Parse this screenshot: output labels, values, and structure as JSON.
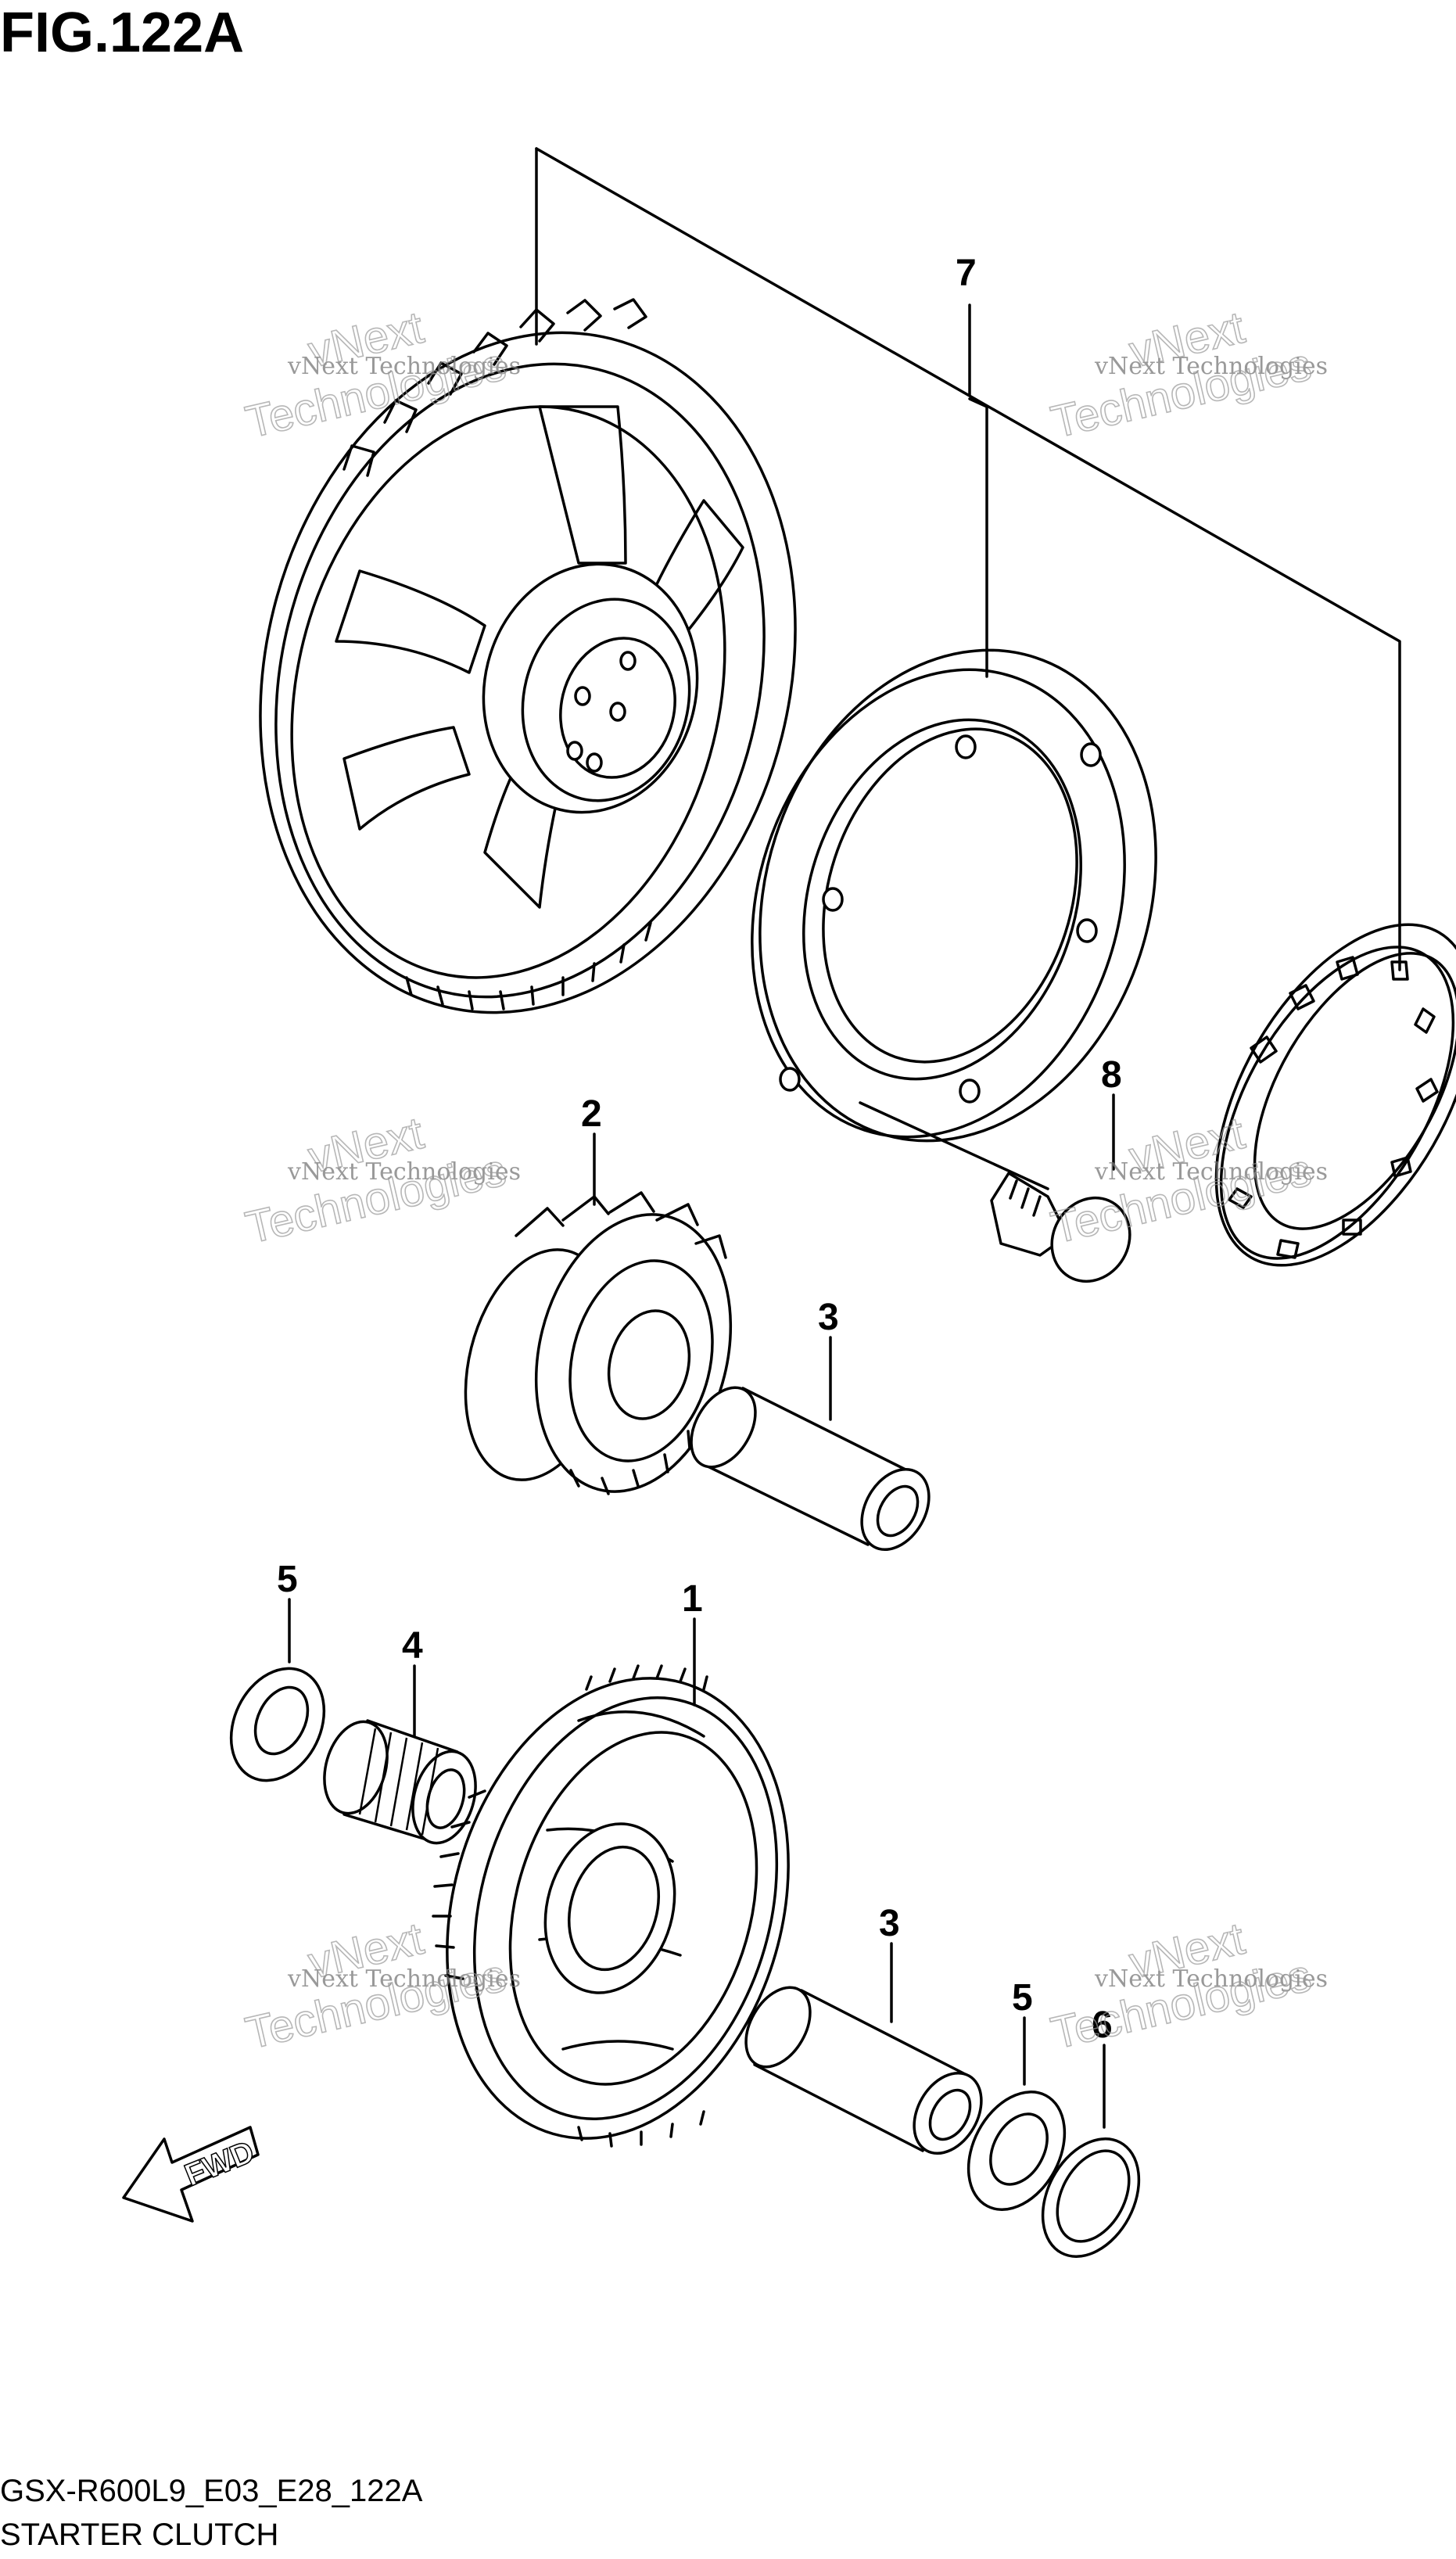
{
  "figure_title": "FIG.122A",
  "footer": {
    "code": "GSX-R600L9_E03_E28_122A",
    "section": "STARTER CLUTCH"
  },
  "fwd_label": "FWD",
  "callouts": {
    "c1": "1",
    "c2": "2",
    "c3a": "3",
    "c3b": "3",
    "c4": "4",
    "c5a": "5",
    "c5b": "5",
    "c6": "6",
    "c7": "7",
    "c8": "8"
  },
  "watermark": {
    "line1": "vNext Technologies",
    "line2a": "vNext",
    "line2b": "Technologies"
  }
}
